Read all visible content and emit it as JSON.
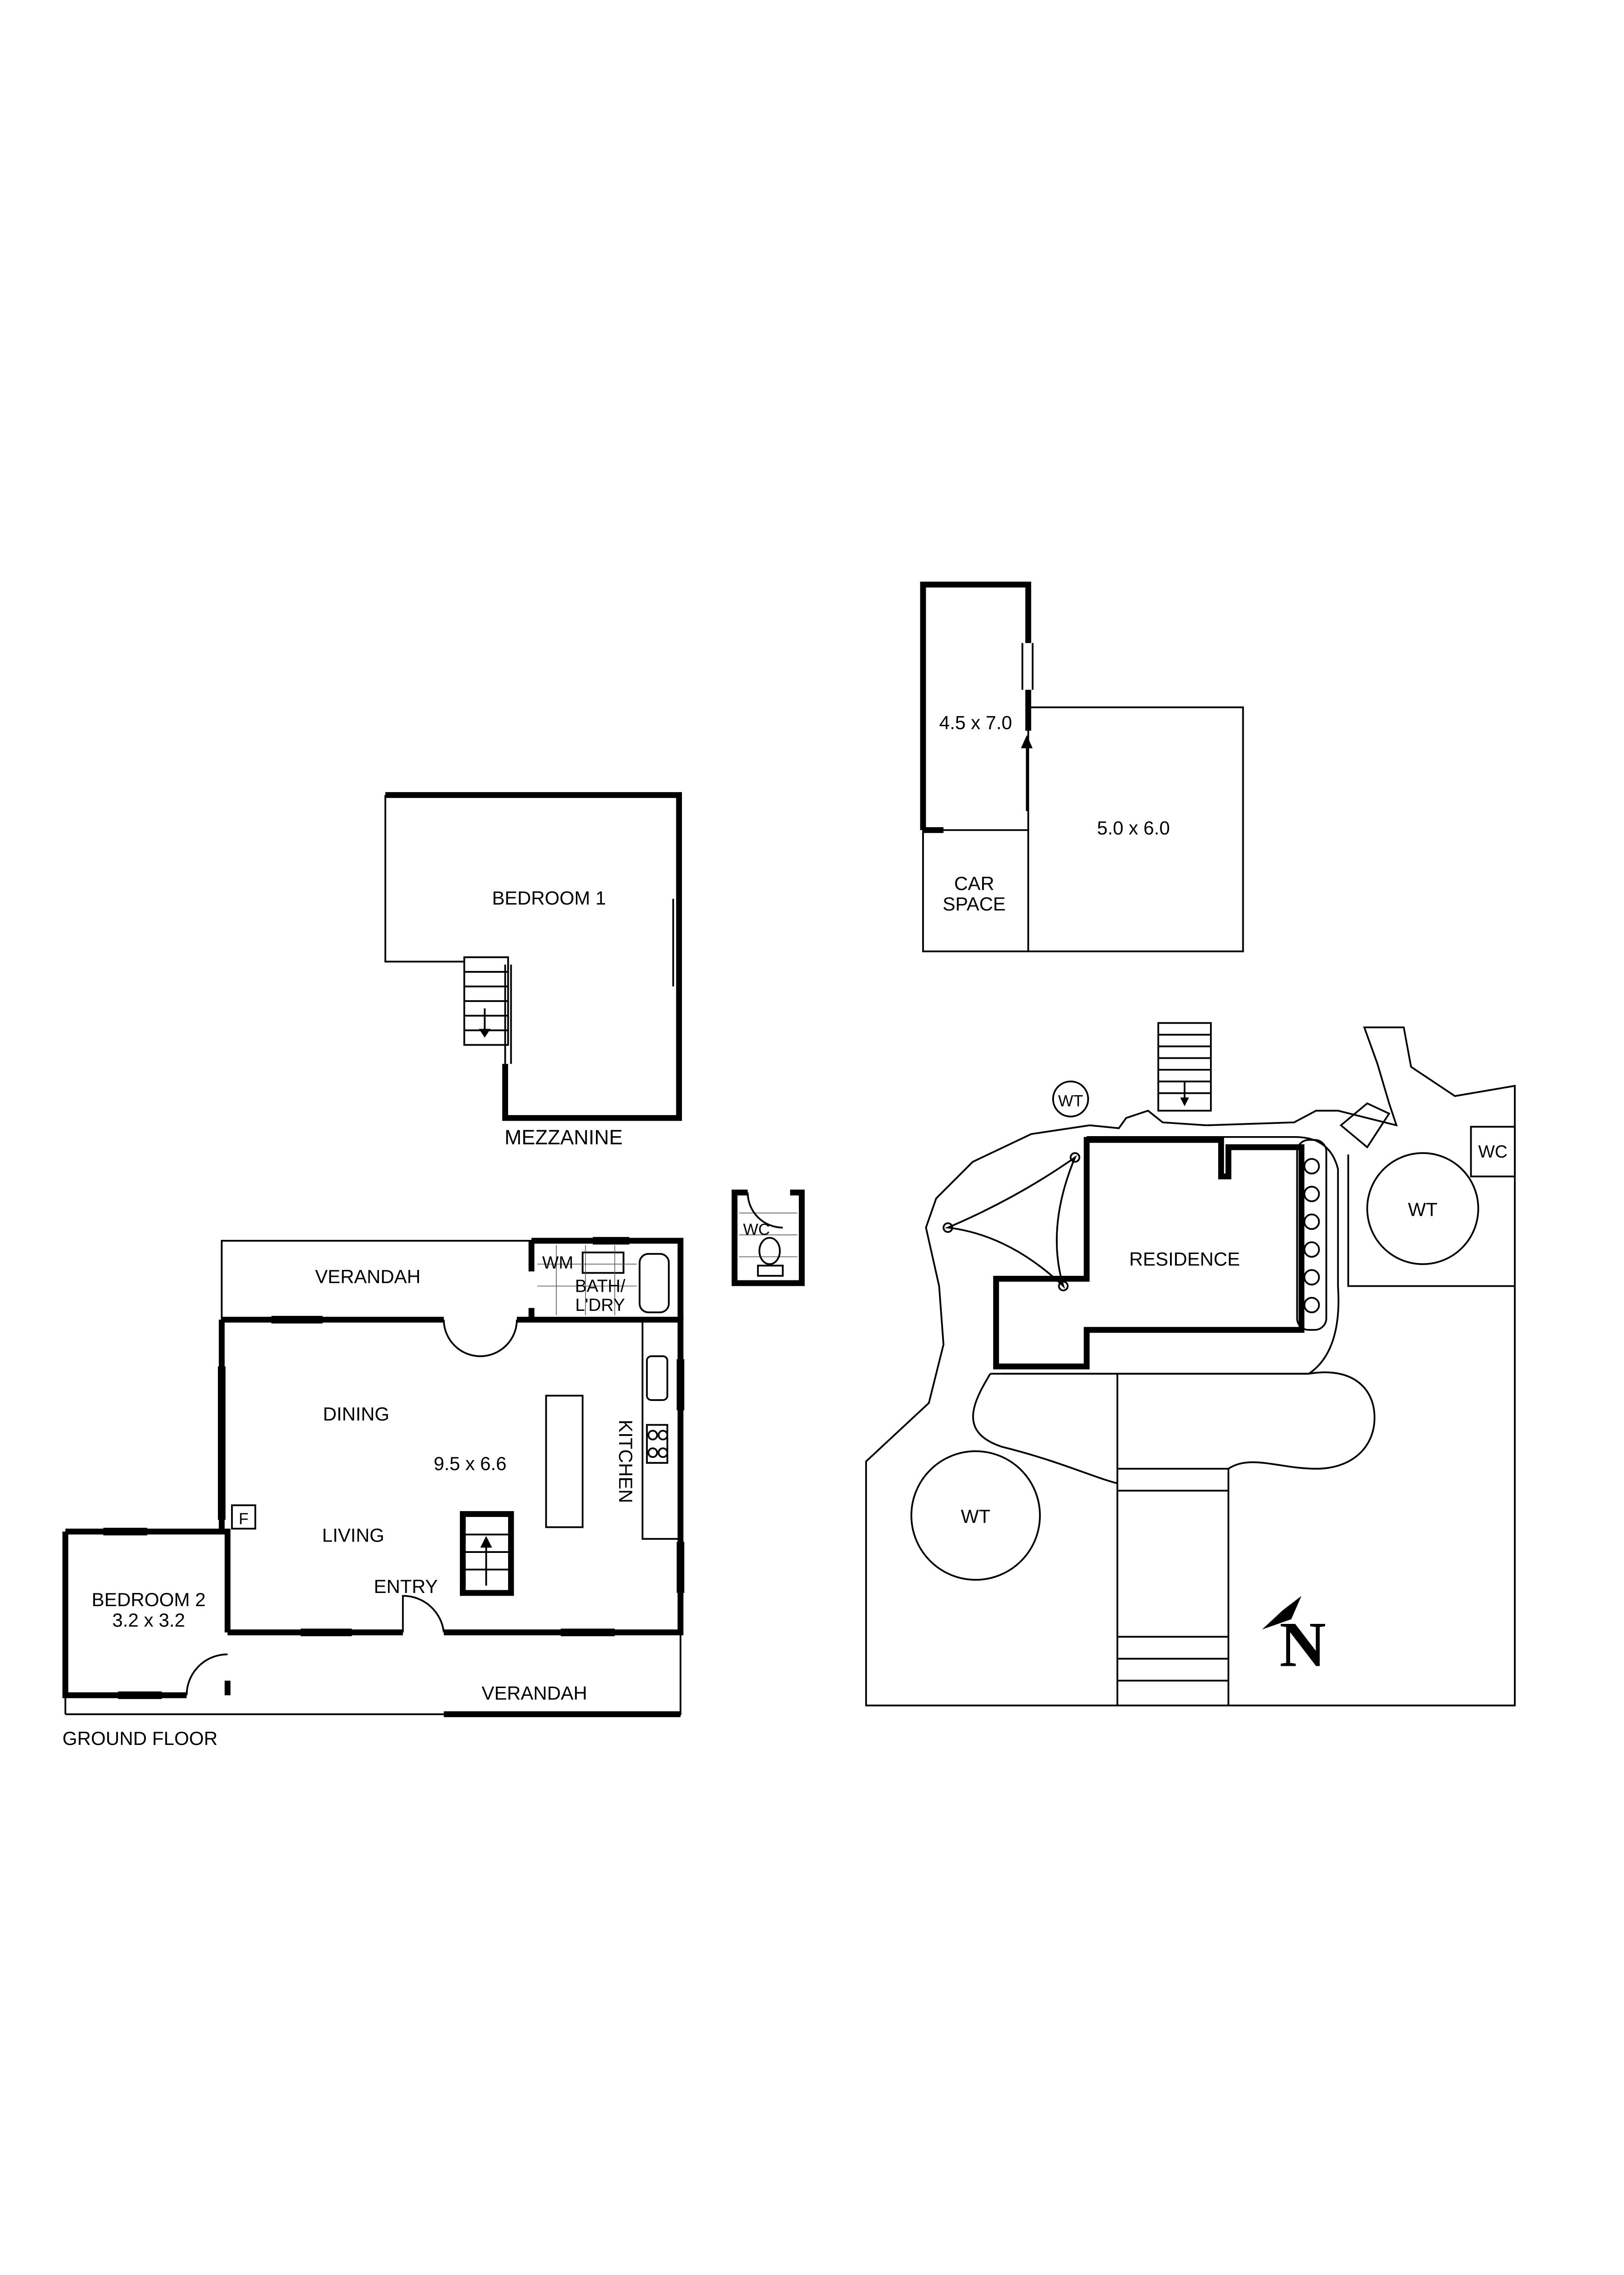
{
  "mezzanine": {
    "title": "MEZZANINE",
    "bedroom1": "BEDROOM 1"
  },
  "garage": {
    "room_a": "4.5 x 7.0",
    "room_b": "5.0 x 6.0",
    "car_space_line1": "CAR",
    "car_space_line2": "SPACE"
  },
  "ground_floor": {
    "title": "GROUND FLOOR",
    "verandah_top": "VERANDAH",
    "verandah_bottom": "VERANDAH",
    "wm": "WM",
    "bath_line1": "BATH/",
    "bath_line2": "L'DRY",
    "dining": "DINING",
    "main_dims": "9.5 x 6.6",
    "kitchen": "KITCHEN",
    "living": "LIVING",
    "entry": "ENTRY",
    "fridge": "F",
    "bedroom2": "BEDROOM 2",
    "bedroom2_dims": "3.2 x 3.2"
  },
  "outhouse": {
    "wc": "WC"
  },
  "site": {
    "residence": "RESIDENCE",
    "wt_small": "WT",
    "wt_right": "WT",
    "wt_left": "WT",
    "wc": "WC"
  },
  "north_arrow": {
    "letter": "N"
  }
}
